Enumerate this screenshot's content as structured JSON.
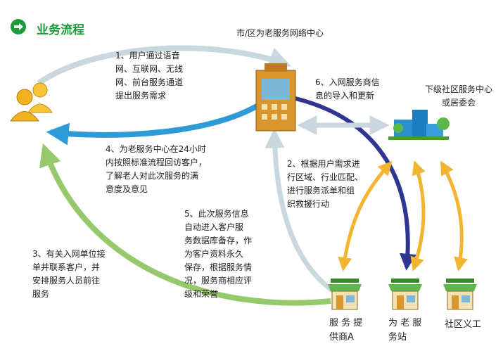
{
  "title": "业务流程",
  "nodes": {
    "center": "市/区为老服务网络中心",
    "community": [
      "下级社区服务中心",
      "或居委会"
    ],
    "provider_a": [
      "服 务 提",
      "供商A"
    ],
    "elder_station": [
      "为 老 服",
      "务站"
    ],
    "volunteer": "社区义工"
  },
  "steps": {
    "step1": [
      "1、用户通过语音",
      "网、互联网、无线",
      "网、前台服务通道",
      "提出服务需求"
    ],
    "step2": [
      "2、根据用户需求进",
      "行区域、行业匹配、",
      "进行服务派单和组",
      "织救援行动"
    ],
    "step3": [
      "3、有关入网单位接",
      "单并联系客户，并",
      "安排服务人员前往",
      "服务"
    ],
    "step4": [
      "4、为老服务中心在24小时",
      "内按照标准流程回访客户，",
      "了解老人对此次服务的满",
      "意度及意见"
    ],
    "step5": [
      "5、此次服务信息",
      "自动进入客户服",
      "务数据库备存，作",
      "为客户资料永久",
      "保存，根据服务情",
      "况，服务商相应评",
      "级和荣誉"
    ],
    "step6": [
      "6、入网服务商信",
      "息的导入和更新"
    ]
  },
  "icons": [
    "users-icon",
    "building-icon",
    "community-buildings-icon",
    "shop-icon"
  ],
  "colors": {
    "title_green": "#1f9a3a",
    "arrow_gray": "#c9d7de",
    "arrow_blue": "#2e9ad6",
    "arrow_navy": "#2f3590",
    "arrow_green": "#96c96b",
    "arrow_orange": "#f2b530"
  }
}
